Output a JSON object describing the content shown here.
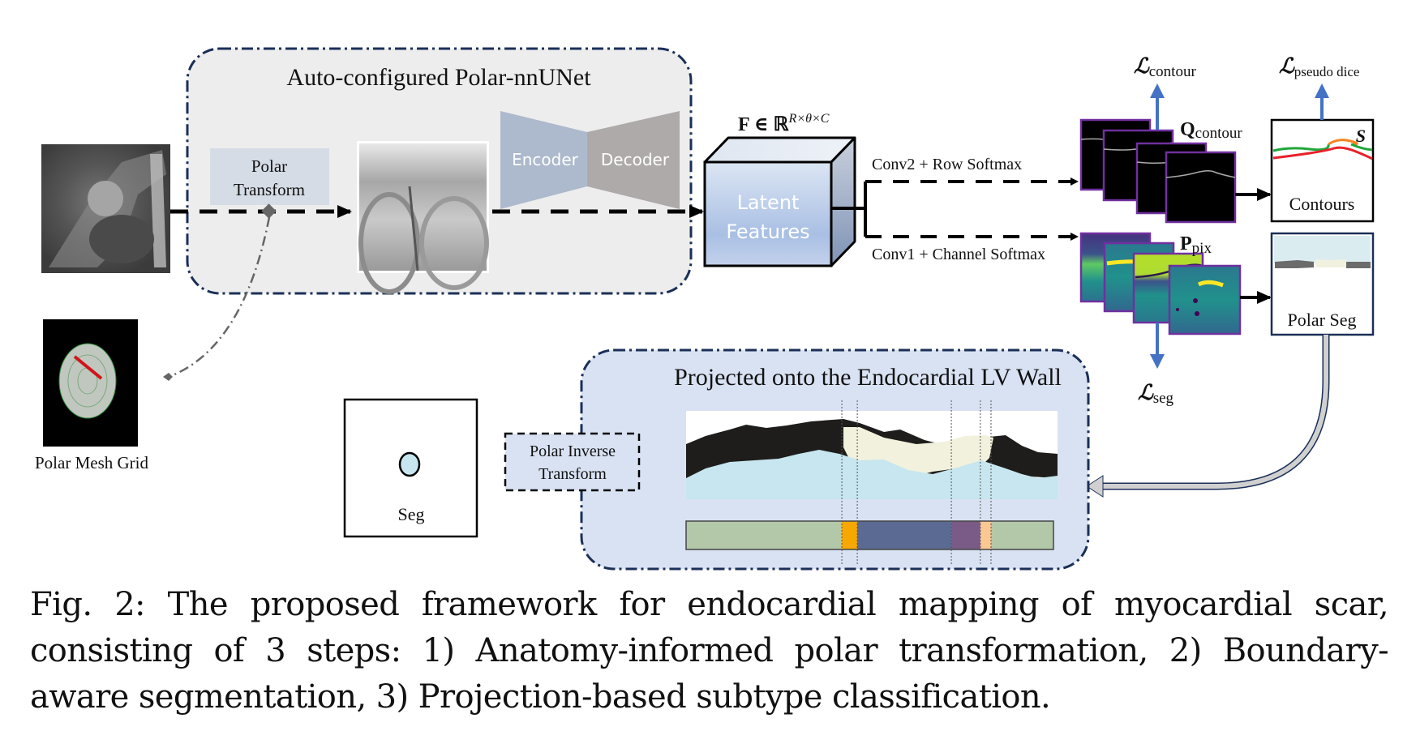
{
  "figure": {
    "nnunet_box": {
      "title": "Auto-configured Polar-nnUNet"
    },
    "polar_transform": {
      "line1": "Polar",
      "line2": "Transform"
    },
    "encoder": {
      "label": "Encoder"
    },
    "decoder": {
      "label": "Decoder"
    },
    "latent": {
      "line1": "Latent",
      "line2": "Features",
      "formula_main": "F ∈ ℝ",
      "formula_sup": "R×θ×C"
    },
    "branch_top": {
      "label": "Conv2 + Row Softmax"
    },
    "branch_bottom": {
      "label": "Conv1 + Channel Softmax"
    },
    "q_contour": {
      "main": "Q",
      "sub": "contour"
    },
    "p_pix": {
      "main": "P",
      "sub": "pix"
    },
    "loss_contour": {
      "main": "ℒ",
      "sub": "contour"
    },
    "loss_pseudo_dice": {
      "main": "ℒ",
      "sub": "pseudo dice"
    },
    "loss_seg": {
      "main": "ℒ",
      "sub": "seg"
    },
    "contours_box": {
      "label": "Contours",
      "corner": "S"
    },
    "polar_seg_box": {
      "label": "Polar Seg"
    },
    "polar_mesh": {
      "label": "Polar Mesh Grid"
    },
    "projection_box": {
      "title": "Projected onto the Endocardial LV Wall"
    },
    "polar_inverse": {
      "line1": "Polar Inverse",
      "line2": "Transform"
    },
    "seg_box": {
      "label": "Seg"
    },
    "subtype_bar": [
      {
        "name": "healthy",
        "from": 0.0,
        "to": 0.424,
        "color": "#b3c8a8"
      },
      {
        "name": "subtype-orange",
        "from": 0.424,
        "to": 0.466,
        "color": "#f6a800"
      },
      {
        "name": "subtype-blue",
        "from": 0.466,
        "to": 0.722,
        "color": "#5b6a93"
      },
      {
        "name": "subtype-purple",
        "from": 0.722,
        "to": 0.801,
        "color": "#7a5a86"
      },
      {
        "name": "subtype-peach",
        "from": 0.801,
        "to": 0.83,
        "color": "#fcc892"
      },
      {
        "name": "healthy",
        "from": 0.83,
        "to": 1.0,
        "color": "#b3c8a8"
      }
    ],
    "colors": {
      "dashdot_border": "#1b2f57",
      "nnunet_bg": "#ededed",
      "projection_bg": "#d9e2f3",
      "loss_arrow": "#4472c4",
      "stack_border": "#7030a0",
      "contour_green": "#22a63a",
      "contour_orange": "#f58220",
      "contour_red": "#e8202a"
    }
  },
  "caption": {
    "line1": "Fig. 2: The proposed framework for endocardial mapping of myocardial scar,",
    "line2": "consisting of 3 steps: 1) Anatomy-informed polar transformation, 2) Boundary-",
    "line3": "aware segmentation, 3) Projection-based subtype classification."
  }
}
